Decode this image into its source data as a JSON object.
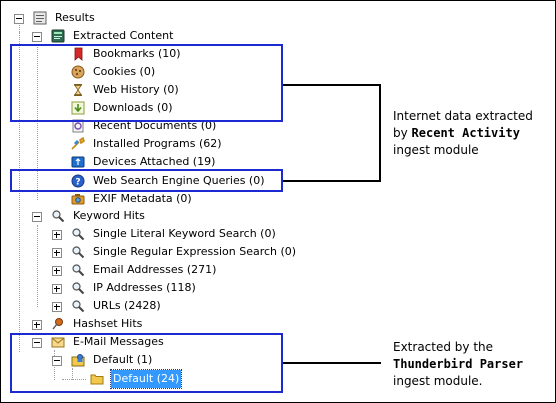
{
  "tree": {
    "results": "Results",
    "extracted_content": "Extracted Content",
    "bookmarks": "Bookmarks (10)",
    "cookies": "Cookies (0)",
    "web_history": "Web History (0)",
    "downloads": "Downloads (0)",
    "recent_documents": "Recent Documents (0)",
    "installed_programs": "Installed Programs (62)",
    "devices_attached": "Devices Attached (19)",
    "web_search": "Web Search Engine Queries (0)",
    "exif_metadata": "EXIF Metadata (0)",
    "keyword_hits": "Keyword Hits",
    "single_literal": "Single Literal Keyword Search (0)",
    "single_regex": "Single Regular Expression Search (0)",
    "email_addresses": "Email Addresses (271)",
    "ip_addresses": "IP Addresses (118)",
    "urls": "URLs (2428)",
    "hashset_hits": "Hashset Hits",
    "email_messages": "E-Mail Messages",
    "default_account": "Default (1)",
    "default_folder": "Default (24)"
  },
  "annotations": {
    "recent_activity": {
      "line1": "Internet data extracted",
      "line2_prefix": "by ",
      "line2_bold": "Recent Activity",
      "line3": "ingest module"
    },
    "thunderbird": {
      "line1": "Extracted by the",
      "line2_bold": "Thunderbird Parser",
      "line3": "ingest module."
    }
  },
  "colors": {
    "highlight_box": "#1e2ad1",
    "selection": "#3399ff"
  }
}
